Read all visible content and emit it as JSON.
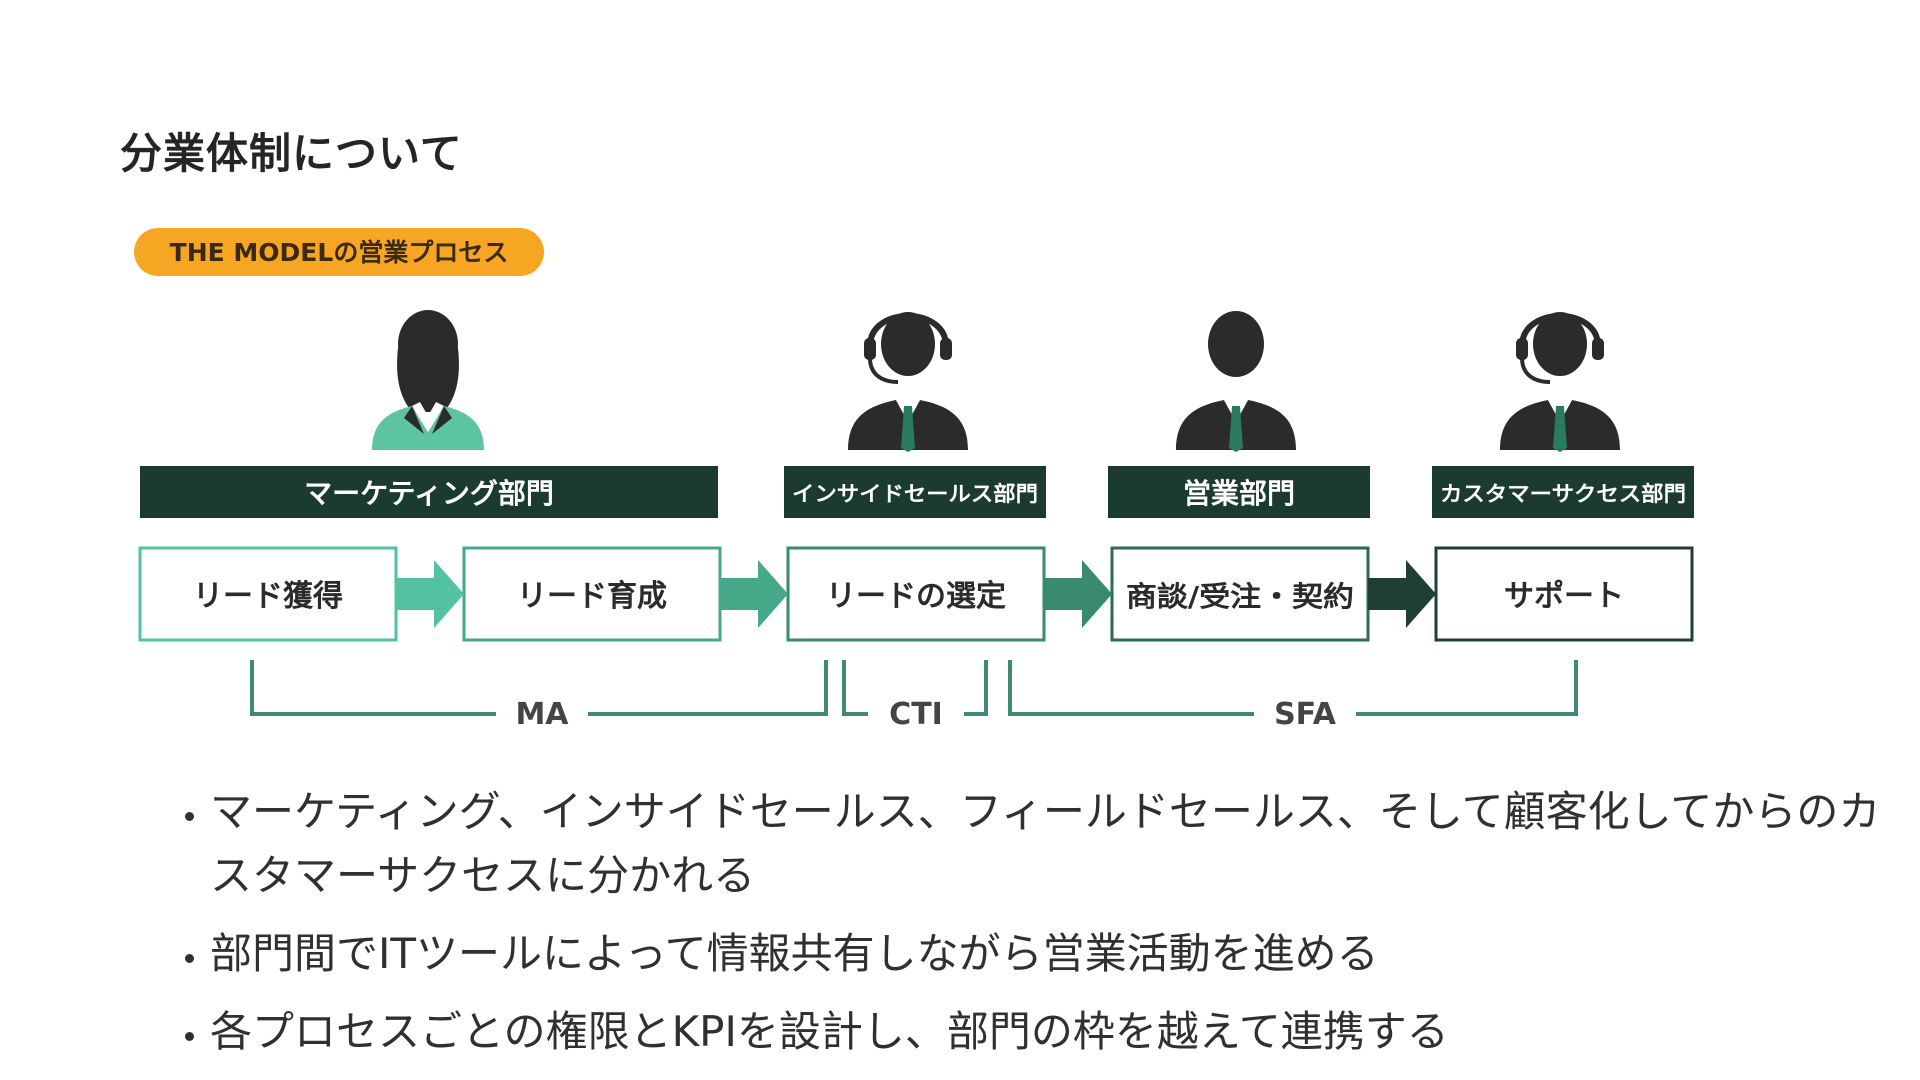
{
  "page": {
    "section_title": "分業体制について"
  },
  "diagram": {
    "badge": "THE MODELの営業プロセス",
    "departments": [
      "マーケティング部門",
      "インサイドセールス部門",
      "営業部門",
      "カスタマーサクセス部門"
    ],
    "steps": [
      "リード獲得",
      "リード育成",
      "リードの選定",
      "商談/受注・契約",
      "サポート"
    ],
    "tools": [
      "MA",
      "CTI",
      "SFA"
    ],
    "colors": {
      "badge": "#f6a623",
      "department_bar": "#1b3a30",
      "step_1": "#52c2a0",
      "step_2": "#45a888",
      "step_3": "#3a8a6e",
      "step_4": "#2e6a55",
      "step_5": "#1f3f35",
      "bracket": "#3f8a70",
      "female_shirt": "#5cc4a3",
      "tie": "#2a7a5e",
      "suit": "#2b2b2b"
    },
    "icons": [
      "female-operator-icon",
      "headset-operator-icon",
      "businessman-icon",
      "headset-operator-icon"
    ]
  },
  "bullets": [
    "マーケティング、インサイドセールス、フィールドセールス、そして顧客化してからのカスタマーサクセスに分かれる",
    "部門間でITツールによって情報共有しながら営業活動を進める",
    "各プロセスごとの権限とKPIを設計し、部門の枠を越えて連携する"
  ]
}
